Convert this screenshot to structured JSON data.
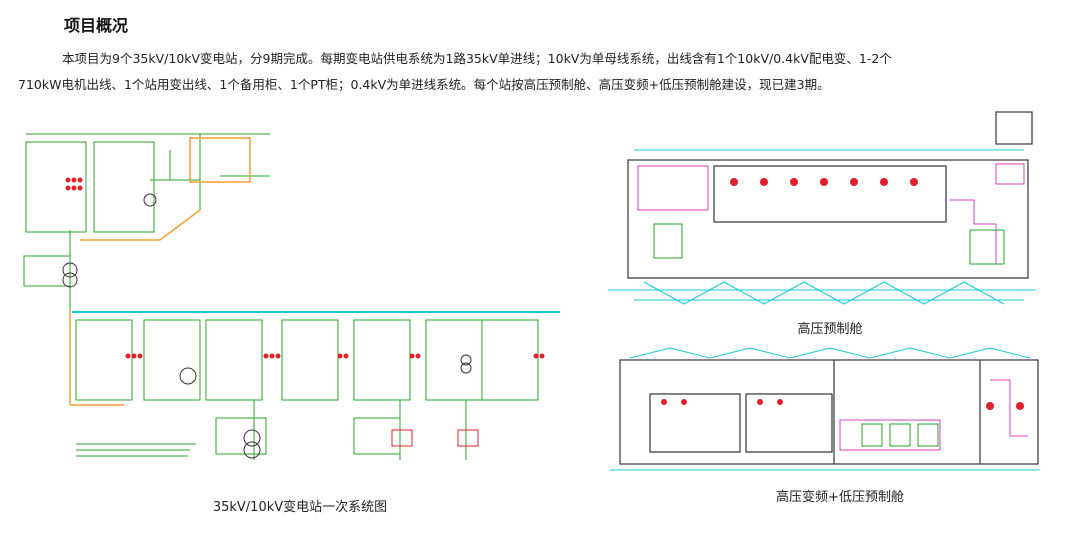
{
  "heading": "项目概况",
  "paragraph": {
    "line1": "本项目为9个35kV/10kV变电站，分9期完成。每期变电站供电系统为1路35kV单进线；10kV为单母线系统，出线含有1个10kV/0.4kV配电变、1-2个",
    "line2": "710kW电机出线、1个站用变出线、1个备用柜、1个PT柜；0.4kV为单进线系统。每个站按高压预制舱、高压变频+低压预制舱建设，现已建3期。"
  },
  "figures": {
    "single_line_caption": "35kV/10kV变电站一次系统图",
    "hv_cabin_caption": "高压预制舱",
    "vfd_lv_cabin_caption": "高压变频+低压预制舱"
  },
  "colors": {
    "green": "#2aa52a",
    "cyan": "#19c9d9",
    "red": "#e0202a",
    "orange": "#f0a030",
    "magenta": "#d040c0",
    "dark": "#333333"
  }
}
